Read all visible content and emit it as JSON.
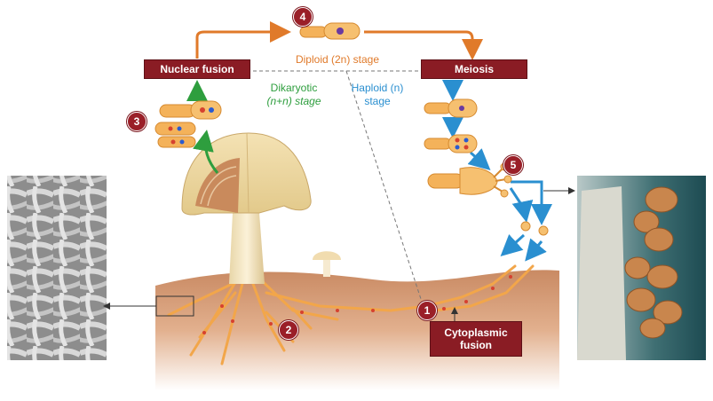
{
  "labels": {
    "nuclear_fusion": "Nuclear fusion",
    "meiosis": "Meiosis",
    "cytoplasmic_fusion_line1": "Cytoplasmic",
    "cytoplasmic_fusion_line2": "fusion",
    "diploid_stage": "Diploid (2n) stage",
    "dikaryotic_line1": "Dikaryotic",
    "dikaryotic_line2": "(n+n) stage",
    "haploid_line1": "Haploid (n)",
    "haploid_line2": "stage"
  },
  "steps": [
    "1",
    "2",
    "3",
    "4",
    "5"
  ],
  "colors": {
    "box": "#8a1c24",
    "diploid": "#e07a2a",
    "dikaryotic": "#2e9e3e",
    "haploid": "#2a8fd0",
    "cell": "#f4b25a",
    "soil": "#d9a07a"
  }
}
